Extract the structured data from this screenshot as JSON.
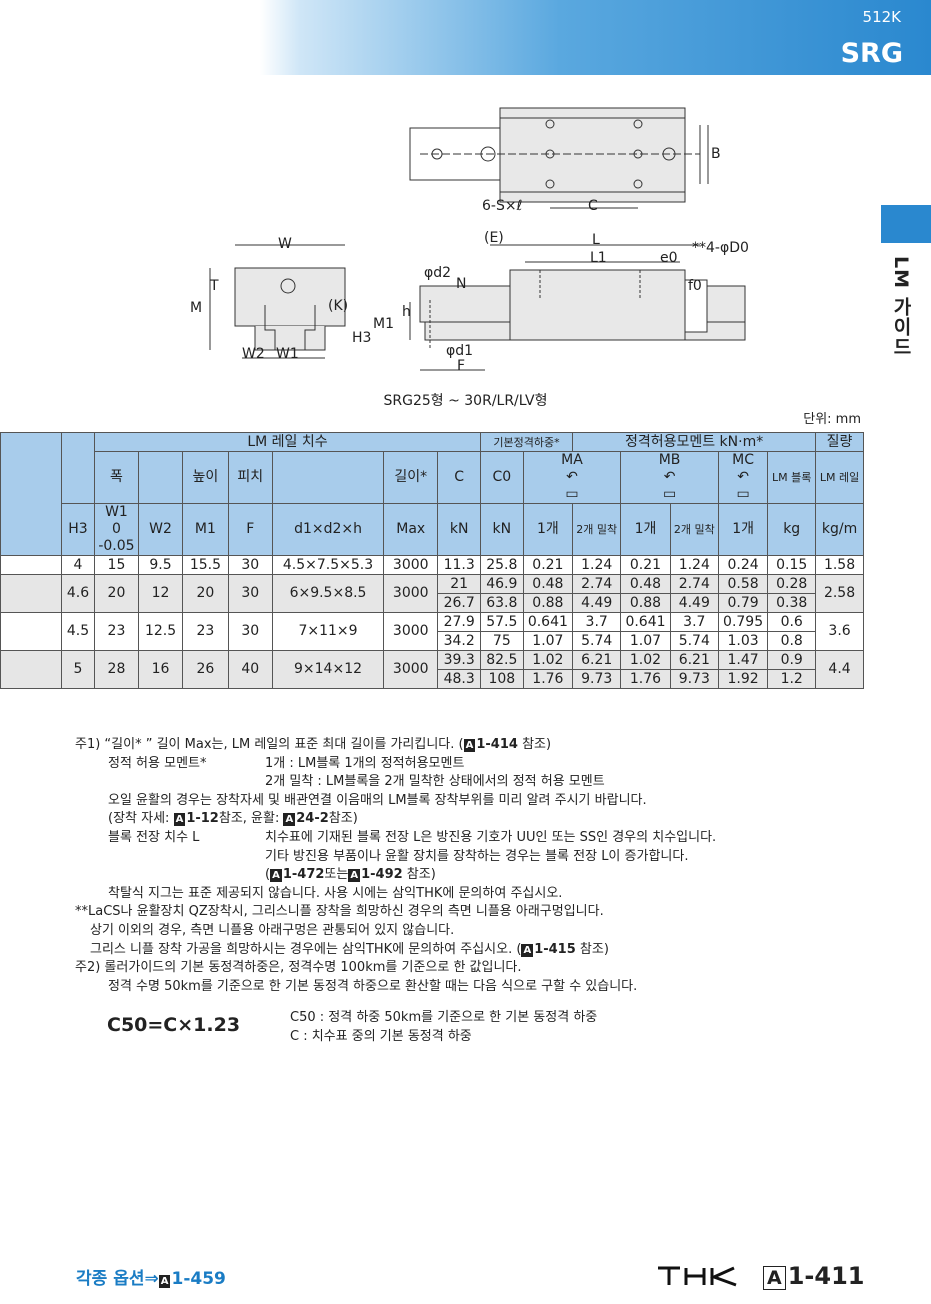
{
  "header": {
    "page_code": "512K",
    "series": "SRG"
  },
  "side": {
    "label": "LM 가이드"
  },
  "diagram": {
    "labels_top": [
      "6-S×ℓ",
      "C",
      "B"
    ],
    "labels_front": [
      "W",
      "T",
      "M",
      "(K)",
      "H3",
      "W2",
      "W1"
    ],
    "labels_side": [
      "(E)",
      "L",
      "L1",
      "**4-φD0",
      "e0",
      "f0",
      "φd2",
      "N",
      "h",
      "M1",
      "φd1",
      "F"
    ],
    "caption": "SRG25형 ~ 30R/LR/LV형"
  },
  "unit_label": "단위: mm",
  "table": {
    "group_headers": {
      "rail": "LM 레일 치수",
      "basic_load": "기본정격하중*",
      "static_moment": "정격허용모멘트 kN·m*",
      "mass": "질량"
    },
    "sub_headers": {
      "width": "폭",
      "height": "높이",
      "pitch": "피치",
      "length": "길이*",
      "c": "C",
      "c0": "C0",
      "ma": "MA",
      "mb": "MB",
      "mc": "MC",
      "lm_block": "LM 블록",
      "lm_rail": "LM 레일"
    },
    "unit_row": [
      "H3",
      "W1",
      "0",
      "-0.05",
      "W2",
      "M1",
      "F",
      "d1×d2×h",
      "Max",
      "kN",
      "kN",
      "1개",
      "2개 밀착",
      "1개",
      "2개 밀착",
      "1개",
      "kg",
      "kg/m"
    ],
    "rows": [
      {
        "h3": "4",
        "w1": "15",
        "w2": "9.5",
        "m1": "15.5",
        "f": "30",
        "d": "4.5×7.5×5.3",
        "max": "3000",
        "sub": [
          {
            "c": "11.3",
            "c0": "25.8",
            "ma1": "0.21",
            "ma2": "1.24",
            "mb1": "0.21",
            "mb2": "1.24",
            "mc": "0.24",
            "blk": "0.15"
          }
        ],
        "rail": "1.58"
      },
      {
        "h3": "4.6",
        "w1": "20",
        "w2": "12",
        "m1": "20",
        "f": "30",
        "d": "6×9.5×8.5",
        "max": "3000",
        "sub": [
          {
            "c": "21",
            "c0": "46.9",
            "ma1": "0.48",
            "ma2": "2.74",
            "mb1": "0.48",
            "mb2": "2.74",
            "mc": "0.58",
            "blk": "0.28"
          },
          {
            "c": "26.7",
            "c0": "63.8",
            "ma1": "0.88",
            "ma2": "4.49",
            "mb1": "0.88",
            "mb2": "4.49",
            "mc": "0.79",
            "blk": "0.38"
          }
        ],
        "rail": "2.58"
      },
      {
        "h3": "4.5",
        "w1": "23",
        "w2": "12.5",
        "m1": "23",
        "f": "30",
        "d": "7×11×9",
        "max": "3000",
        "sub": [
          {
            "c": "27.9",
            "c0": "57.5",
            "ma1": "0.641",
            "ma2": "3.7",
            "mb1": "0.641",
            "mb2": "3.7",
            "mc": "0.795",
            "blk": "0.6"
          },
          {
            "c": "34.2",
            "c0": "75",
            "ma1": "1.07",
            "ma2": "5.74",
            "mb1": "1.07",
            "mb2": "5.74",
            "mc": "1.03",
            "blk": "0.8"
          }
        ],
        "rail": "3.6"
      },
      {
        "h3": "5",
        "w1": "28",
        "w2": "16",
        "m1": "26",
        "f": "40",
        "d": "9×14×12",
        "max": "3000",
        "sub": [
          {
            "c": "39.3",
            "c0": "82.5",
            "ma1": "1.02",
            "ma2": "6.21",
            "mb1": "1.02",
            "mb2": "6.21",
            "mc": "1.47",
            "blk": "0.9"
          },
          {
            "c": "48.3",
            "c0": "108",
            "ma1": "1.76",
            "ma2": "9.73",
            "mb1": "1.76",
            "mb2": "9.73",
            "mc": "1.92",
            "blk": "1.2"
          }
        ],
        "rail": "4.4"
      }
    ]
  },
  "notes": {
    "n1": "주1) “길이* ” 길이 Max는, LM 레일의 표준 최대 길이를 가리킵니다. (",
    "n1_ref": "1-414",
    "n1_end": " 참조)",
    "n2_label": "정적 허용 모멘트*",
    "n2_text": "1개 : LM블록 1개의 정적허용모멘트",
    "n3_text": "2개 밀착 : LM블록을 2개 밀착한 상태에서의 정적 허용 모멘트",
    "n4": "오일 윤활의 경우는 장착자세 및 배관연결 이음매의 LM블록 장착부위를 미리 알려 주시기 바랍니다.",
    "n5_a": "(장착 자세: ",
    "n5_ref1": "1-12",
    "n5_b": "참조, 윤활: ",
    "n5_ref2": "24-2",
    "n5_c": "참조)",
    "n6_label": "블록 전장 치수 L",
    "n6_text": "치수표에 기재된 블록 전장 L은 방진용 기호가 UU인 또는 SS인 경우의 치수입니다.",
    "n7_text": "기타 방진용 부품이나 윤활 장치를 장착하는 경우는 블록 전장 L이 증가합니다.",
    "n8_a": "(",
    "n8_ref1": "1-472",
    "n8_b": "또는",
    "n8_ref2": "1-492",
    "n8_c": " 참조)",
    "n9": "착탈식 지그는 표준 제공되지 않습니다. 사용 시에는 삼익THK에 문의하여 주십시오.",
    "n10": "**LaCS나 윤활장치 QZ장착시, 그리스니플 장착을 희망하신 경우의 측면 니플용 아래구멍입니다.",
    "n11": "상기 이외의 경우, 측면 니플용 아래구멍은 관통되어 있지 않습니다.",
    "n12_a": "그리스 니플 장착 가공을 희망하시는 경우에는 삼익THK에 문의하여 주십시오. (",
    "n12_ref": "1-415",
    "n12_b": " 참조)",
    "n13": "주2) 롤러가이드의 기본 동정격하중은, 정격수명 100km를 기준으로 한 값입니다.",
    "n14": "정격 수명 50km를 기준으로 한 기본 동정격 하중으로 환산할 때는 다음 식으로 구할 수 있습니다."
  },
  "formula": {
    "expr": "C50=C×1.23",
    "desc1": "C50 : 정격 하중 50km를 기준으로 한 기본 동정격 하중",
    "desc2": "C   : 치수표 중의 기본 동정격 하중"
  },
  "footer": {
    "options": "각종 옵션⇒",
    "options_ref": "1-459",
    "logo": "THK",
    "page_prefix": "A",
    "page": "1-411"
  }
}
